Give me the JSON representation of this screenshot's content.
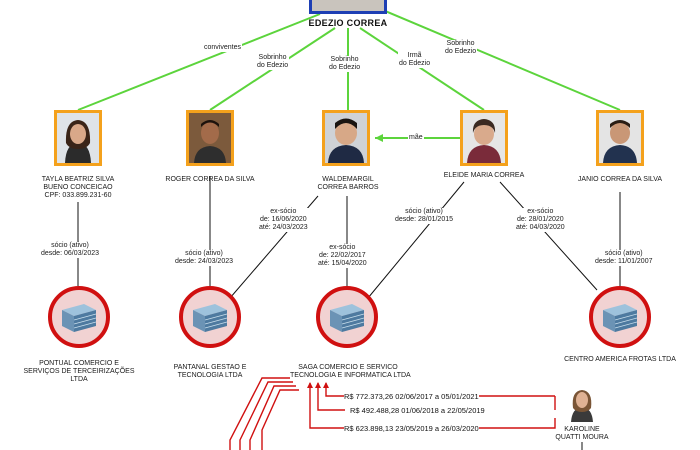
{
  "root": {
    "name": "EDEZIO CORREA"
  },
  "people": [
    {
      "id": "tayla",
      "name_lines": [
        "TAYLA BEATRIZ SILVA",
        "BUENO CONCEICAO",
        "CPF: 033.899.231-60"
      ]
    },
    {
      "id": "roger",
      "name_lines": [
        "ROGER CORREA DA SILVA"
      ]
    },
    {
      "id": "waldemargil",
      "name_lines": [
        "WALDEMARGIL",
        "CORREA BARROS"
      ]
    },
    {
      "id": "eleide",
      "name_lines": [
        "ELEIDE MARIA CORREA"
      ]
    },
    {
      "id": "janio",
      "name_lines": [
        "JANIO CORREA DA SILVA"
      ]
    },
    {
      "id": "karoline",
      "name_lines": [
        "KAROLINE",
        "QUATTI MOURA"
      ]
    }
  ],
  "relations": {
    "tayla": "conviventes",
    "roger": "Sobrinho\ndo Edezio",
    "waldemargil": "Sobrinho\ndo Edezio",
    "eleide": "Irmã\ndo Edezio",
    "janio": "Sobrinho\ndo Edezio",
    "mae": "mãe"
  },
  "companies": [
    {
      "id": "pontual",
      "name_lines": [
        "PONTUAL COMERCIO E",
        "SERVIÇOS DE TERCEIRIZAÇÕES",
        "LTDA"
      ]
    },
    {
      "id": "pantanal",
      "name_lines": [
        "PANTANAL GESTAO E",
        "TECNOLOGIA LTDA"
      ]
    },
    {
      "id": "saga",
      "name_lines": [
        "SAGA COMERCIO E SERVICO",
        "TECNOLOGIA E INFORMATICA LTDA"
      ]
    },
    {
      "id": "centroamerica",
      "name_lines": [
        "CENTRO AMERICA FROTAS LTDA"
      ]
    }
  ],
  "links": {
    "tayla_pontual": "sócio (ativo)\ndesde: 06/03/2023",
    "roger_pantanal": "sócio (ativo)\ndesde: 24/03/2023",
    "wald_pantanal": "ex-sócio\nde: 16/06/2020\naté: 24/03/2023",
    "wald_saga": "ex-sócio\nde: 22/02/2017\naté: 15/04/2020",
    "eleide_saga": "sócio (ativo)\ndesde: 28/01/2015",
    "eleide_centro": "ex-sócio\nde: 28/01/2020\naté: 04/03/2020",
    "janio_centro": "sócio (ativo)\ndesde: 11/01/2007"
  },
  "payments": [
    "R$ 772.373,26 02/06/2017 a 05/01/2021",
    "R$ 492.488,28 01/06/2018 a 22/05/2019",
    "R$ 623.898,13 23/05/2019 a 26/03/2020"
  ],
  "colors": {
    "family_edge": "#5cd43c",
    "company_edge": "#111111",
    "payment_edge": "#d01010",
    "photo_frame": "#f4a11c",
    "root_frame": "#1e3fb4",
    "company_ring": "#d01010"
  }
}
